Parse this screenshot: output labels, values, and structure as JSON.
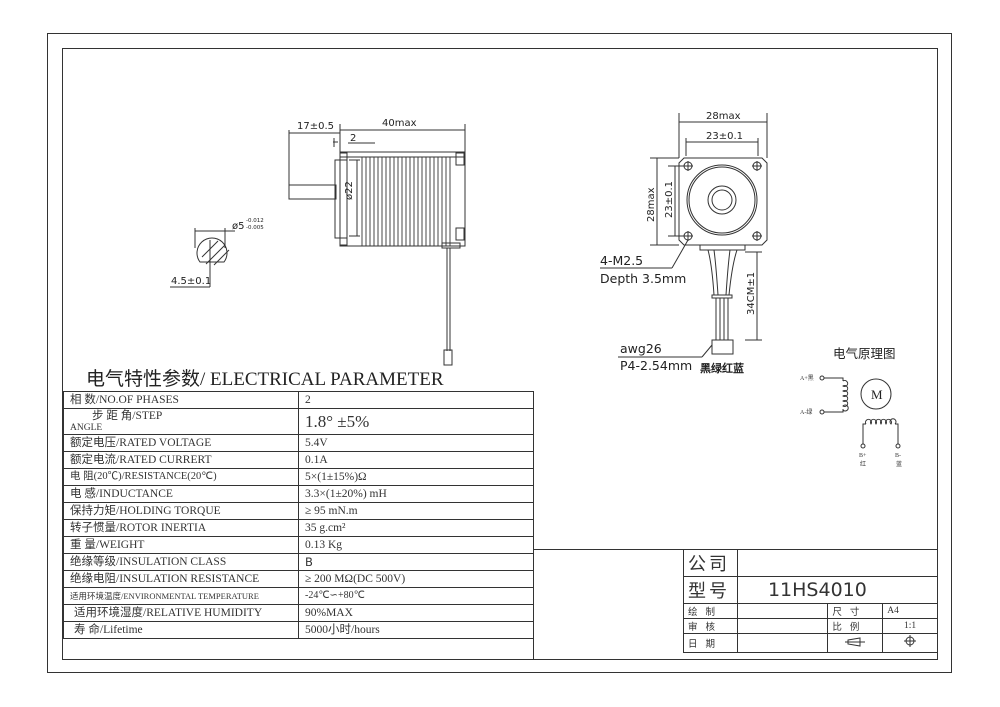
{
  "drawing": {
    "side_view": {
      "dim_shaft_length": "17±0.5",
      "dim_body_length": "40max",
      "dim_flange": "2",
      "dim_pilot_diameter": "ø22"
    },
    "shaft_section": {
      "dim_diameter": "ø5",
      "tol_upper": "-0.012",
      "tol_lower": "-0.005",
      "dim_flat": "4.5±0.1"
    },
    "front_view": {
      "dim_width_max": "28max",
      "dim_hole_spacing_h": "23±0.1",
      "dim_height_max": "28max",
      "dim_hole_spacing_v": "23±0.1",
      "holes_note_line1": "4-M2.5",
      "holes_note_line2": "Depth  3.5mm",
      "lead_length": "34CM±1",
      "wire_note_line1": "awg26",
      "wire_note_line2": "P4-2.54mm",
      "wire_colors": "黑绿红蓝"
    },
    "schematic": {
      "title": "电气原理图",
      "motor_label": "M",
      "terminal_a_plus": "A+黑",
      "terminal_a_minus": "A-绿",
      "terminal_b_plus": "B+",
      "terminal_b_plus_color": "红",
      "terminal_b_minus": "B-",
      "terminal_b_minus_color": "蓝"
    }
  },
  "electrical": {
    "title": "电气特性参数/ ELECTRICAL PARAMETER",
    "rows": [
      {
        "label": "相    数/NO.OF PHASES",
        "value": "2"
      },
      {
        "label": "步 距 角/STEP",
        "label2": "ANGLE",
        "value": "1.8°  ±5%"
      },
      {
        "label": "额定电压/RATED VOLTAGE",
        "value": "5.4V"
      },
      {
        "label": "额定电流/RATED CURRERT",
        "value": "0.1A"
      },
      {
        "label": "电    阻(20℃)/RESISTANCE(20℃)",
        "value": "5×(1±15%)Ω"
      },
      {
        "label": "电    感/INDUCTANCE",
        "value": "3.3×(1±20%) mH"
      },
      {
        "label": "保持力矩/HOLDING TORQUE",
        "value": "≥ 95 mN.m"
      },
      {
        "label": "转子惯量/ROTOR INERTIA",
        "value": "35 g.cm²"
      },
      {
        "label": "重    量/WEIGHT",
        "value": "0.13 Kg"
      },
      {
        "label": "绝缘等级/INSULATION  CLASS",
        "value": "B"
      },
      {
        "label": "绝缘电阻/INSULATION  RESISTANCE",
        "value": "≥ 200 MΩ(DC 500V)"
      },
      {
        "label": "适用环境温度/ENVIRONMENTAL TEMPERATURE",
        "value": "-24℃∽+80℃"
      },
      {
        "label": "适用环境湿度/RELATIVE HUMIDITY",
        "value": "90%MAX"
      },
      {
        "label": "寿    命/Lifetime",
        "value": "5000小时/hours"
      }
    ]
  },
  "title_block": {
    "company_label": "公司",
    "company_value": "",
    "model_label": "型号",
    "model_value": "11HS4010",
    "drawn_label": "绘制",
    "checked_label": "审核",
    "date_label": "日期",
    "size_label": "尺寸",
    "size_value": "A4",
    "scale_label": "比例",
    "scale_value": "1:1"
  }
}
